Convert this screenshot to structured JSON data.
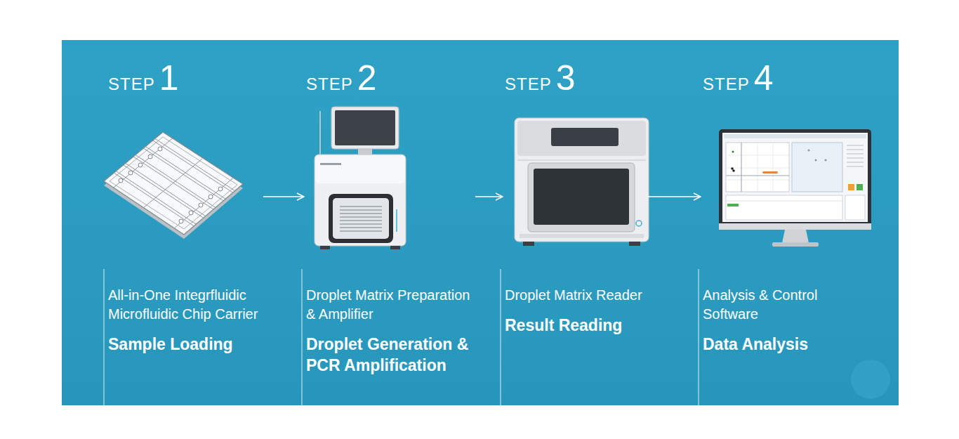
{
  "diagram": {
    "nodes": [
      {
        "text": [
          "STEP",
          "1",
          "All-in-One Integrfluidic Microfluidic Chip Carrier",
          "Sample Loading"
        ]
      },
      {
        "text": [
          "STEP",
          "2",
          "Droplet Matrix Preparation & Amplifier",
          "Droplet Generation & PCR Amplification"
        ]
      },
      {
        "text": [
          "STEP",
          "3",
          "Droplet Matrix Reader",
          "Result Reading"
        ]
      },
      {
        "text": [
          "STEP",
          "4",
          "Analysis & Control Software",
          "Data Analysis"
        ]
      }
    ],
    "edges": [
      {
        "from": 0,
        "to": 1,
        "arrow": "to"
      },
      {
        "from": 1,
        "to": 2,
        "arrow": "to"
      },
      {
        "from": 2,
        "to": 3,
        "arrow": "to"
      }
    ]
  }
}
